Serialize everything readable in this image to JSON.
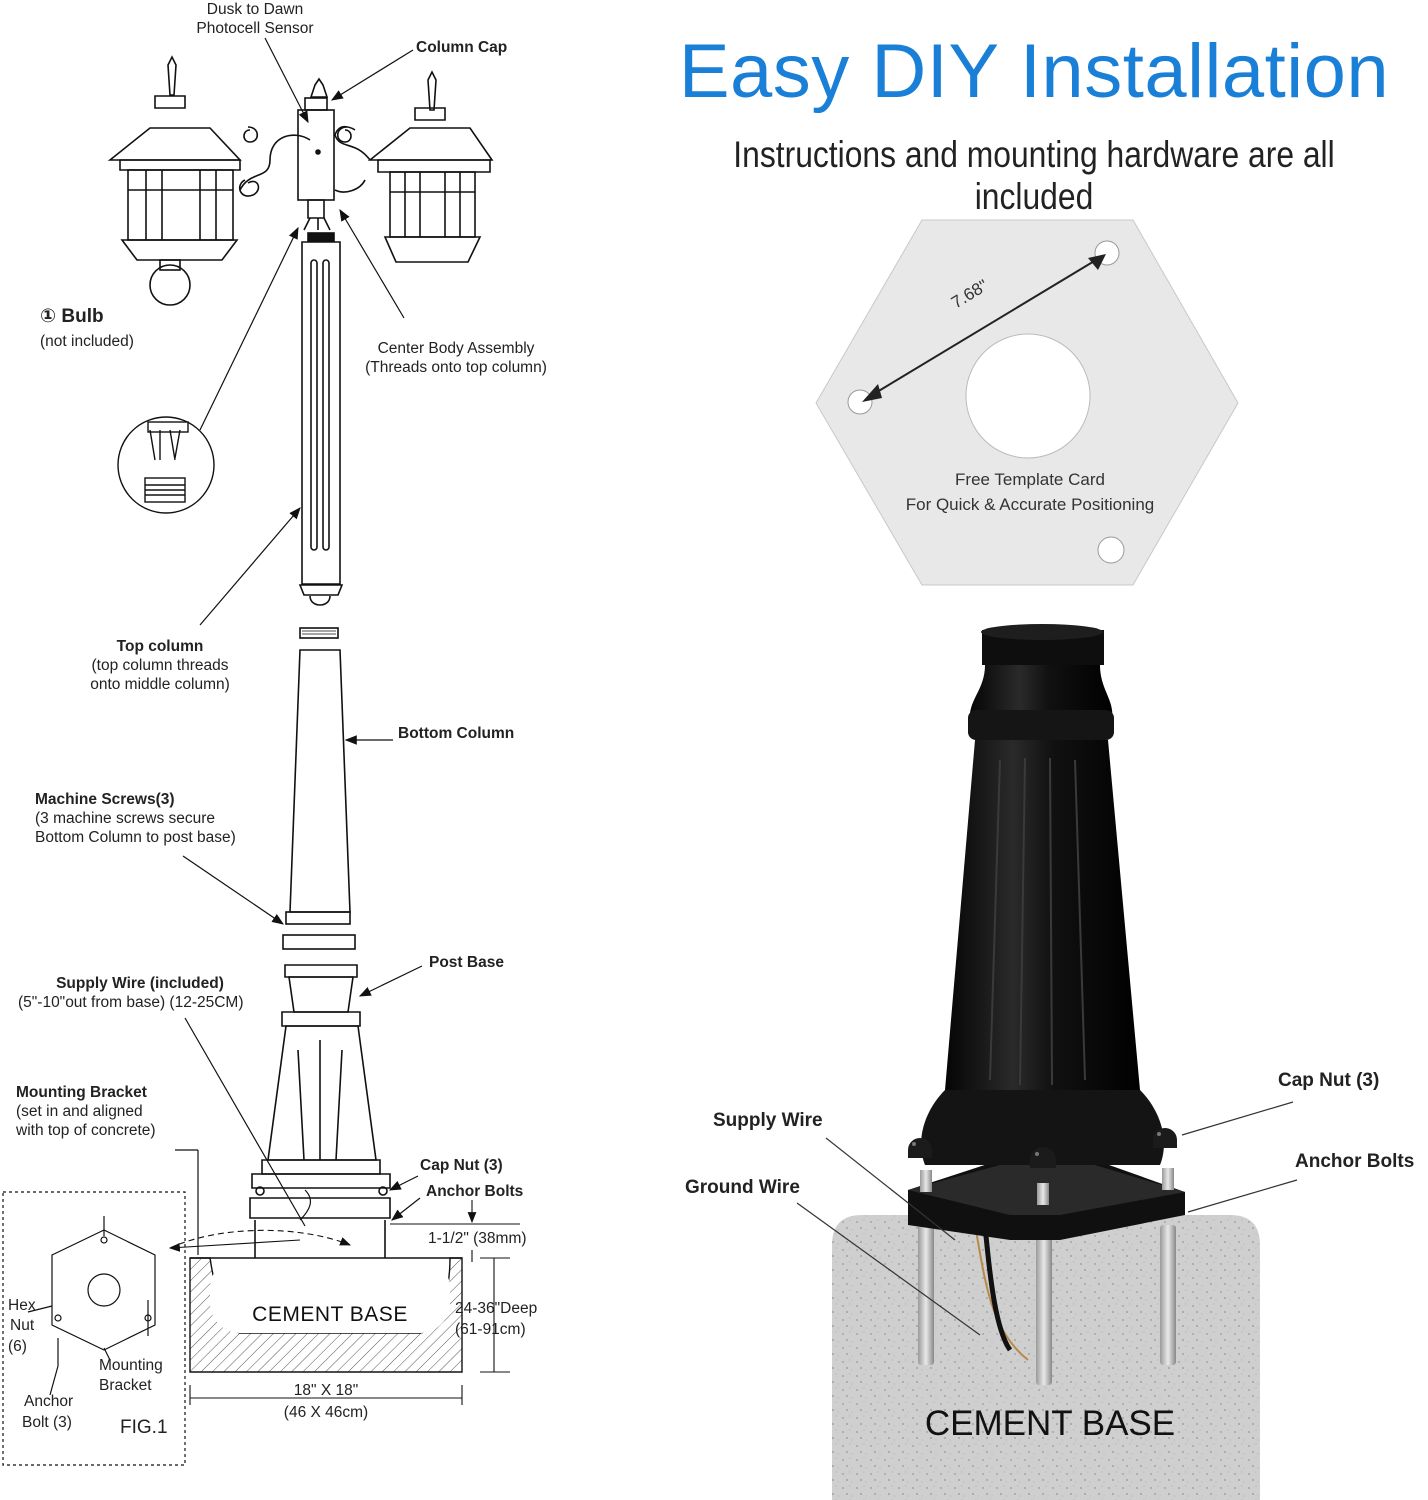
{
  "header": {
    "title": "Easy DIY Installation",
    "subtitle": "Instructions and mounting hardware are all included"
  },
  "left_diagram": {
    "sensor_label": [
      "Dusk to Dawn",
      "Photocell Sensor"
    ],
    "column_cap": "Column Cap",
    "bulb_title": "① Bulb",
    "bulb_note": "(not included)",
    "center_body": [
      "Center Body Assembly",
      "(Threads onto top column)"
    ],
    "top_column_title": "Top column",
    "top_column_note": [
      "(top column threads",
      "onto middle column)"
    ],
    "bottom_column": "Bottom Column",
    "machine_screws_title": "Machine Screws(3)",
    "machine_screws_note": [
      "(3 machine screws secure",
      "Bottom Column to post base)"
    ],
    "post_base": "Post Base",
    "supply_wire_title": "Supply Wire (included)",
    "supply_wire_note": "(5\"-10\"out from base) (12-25CM)",
    "mounting_bracket_title": "Mounting Bracket",
    "mounting_bracket_note": [
      "(set in and aligned",
      "with top of concrete)"
    ],
    "cap_nut": "Cap Nut (3)",
    "anchor_bolts": "Anchor Bolts",
    "height_dim": "1-1/2\" (38mm)",
    "depth_dim": [
      "24-36\"Deep",
      "(61-91cm)"
    ],
    "cement_base": "CEMENT BASE",
    "width_dim": [
      "18\" X 18\"",
      "(46 X 46cm)"
    ],
    "fig_hex_nut": [
      "Hex",
      "Nut",
      "(6)"
    ],
    "fig_mounting_bracket": [
      "Mounting",
      "Bracket"
    ],
    "fig_anchor_bolt": [
      "Anchor",
      "Bolt (3)"
    ],
    "fig_label": "FIG.1"
  },
  "template_card": {
    "dimension": "7.68\"",
    "caption": [
      "Free Template Card",
      "For Quick & Accurate Positioning"
    ]
  },
  "right_diagram": {
    "cap_nut": "Cap Nut (3)",
    "supply_wire": "Supply Wire",
    "anchor_bolts": "Anchor Bolts",
    "ground_wire": "Ground Wire",
    "cement_base": "CEMENT BASE"
  },
  "colors": {
    "title_blue": "#1a7fd6",
    "template_gray": "#e6e6e6",
    "cement_gray": "#cfcfcf",
    "post_black": "#141414"
  }
}
